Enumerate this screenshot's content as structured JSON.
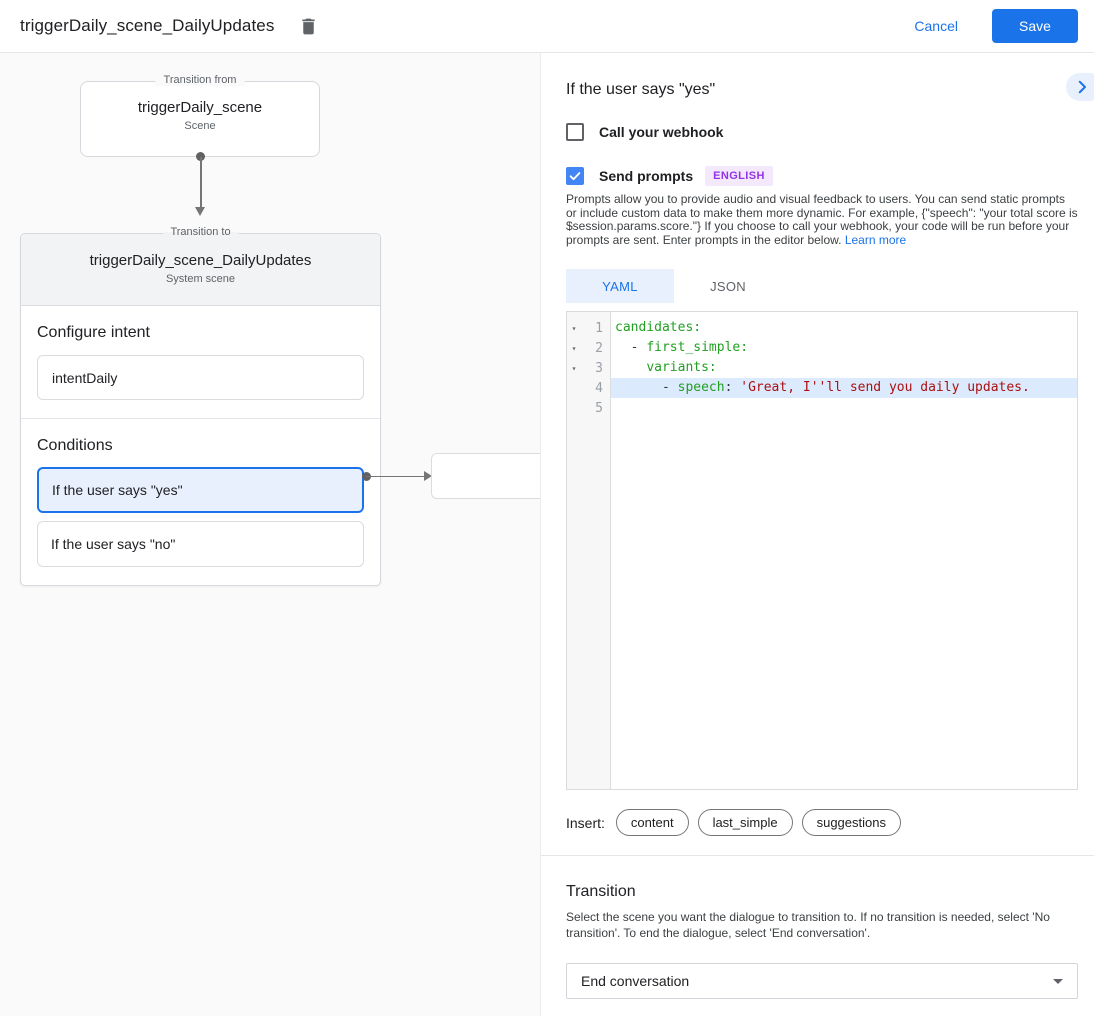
{
  "header": {
    "title": "triggerDaily_scene_DailyUpdates",
    "cancel_label": "Cancel",
    "save_label": "Save"
  },
  "diagram": {
    "from": {
      "legend": "Transition from",
      "name": "triggerDaily_scene",
      "type": "Scene"
    },
    "to": {
      "legend": "Transition to",
      "name": "triggerDaily_scene_DailyUpdates",
      "type": "System scene"
    },
    "configure_intent": {
      "heading": "Configure intent",
      "intent": "intentDaily"
    },
    "conditions": {
      "heading": "Conditions",
      "items": [
        "If the user says \"yes\"",
        "If the user says \"no\""
      ],
      "selected_index": 0
    }
  },
  "panel": {
    "title": "If the user says \"yes\"",
    "webhook": {
      "label": "Call your webhook",
      "checked": false
    },
    "prompts": {
      "label": "Send prompts",
      "checked": true,
      "language_badge": "ENGLISH",
      "description": "Prompts allow you to provide audio and visual feedback to users. You can send static prompts or include custom data to make them more dynamic. For example, {\"speech\": \"your total score is $session.params.score.\"} If you choose to call your webhook, your code will be run before your prompts are sent. Enter prompts in the editor below. ",
      "learn_more": "Learn more"
    },
    "tabs": [
      "YAML",
      "JSON"
    ],
    "active_tab": "YAML",
    "editor": {
      "lines": [
        {
          "num": "1",
          "fold": true,
          "highlight": false,
          "segs": [
            {
              "t": "candidates:",
              "c": "key"
            }
          ]
        },
        {
          "num": "2",
          "fold": true,
          "highlight": false,
          "segs": [
            {
              "t": "  - ",
              "c": "plain"
            },
            {
              "t": "first_simple:",
              "c": "key"
            }
          ]
        },
        {
          "num": "3",
          "fold": true,
          "highlight": false,
          "segs": [
            {
              "t": "    ",
              "c": "plain"
            },
            {
              "t": "variants:",
              "c": "key"
            }
          ]
        },
        {
          "num": "4",
          "fold": false,
          "highlight": true,
          "segs": [
            {
              "t": "      - ",
              "c": "plain"
            },
            {
              "t": "speech",
              "c": "key"
            },
            {
              "t": ": ",
              "c": "plain"
            },
            {
              "t": "'Great, I''ll send you daily updates.",
              "c": "str"
            }
          ]
        },
        {
          "num": "5",
          "fold": false,
          "highlight": false,
          "segs": []
        }
      ]
    },
    "insert": {
      "label": "Insert:",
      "chips": [
        "content",
        "last_simple",
        "suggestions"
      ]
    },
    "transition": {
      "heading": "Transition",
      "description": "Select the scene you want the dialogue to transition to. If no transition is needed, select 'No transition'. To end the dialogue, select 'End conversation'.",
      "value": "End conversation"
    }
  },
  "colors": {
    "accent_blue": "#1a73e8",
    "checkbox_blue": "#4285f4",
    "selected_condition_bg": "#e8f0fe",
    "language_badge_bg": "#f4e8fd",
    "language_badge_text": "#9334e6",
    "code_key_green": "#22a022",
    "code_string_red": "#aa1111",
    "code_line_highlight": "#dceafd"
  }
}
